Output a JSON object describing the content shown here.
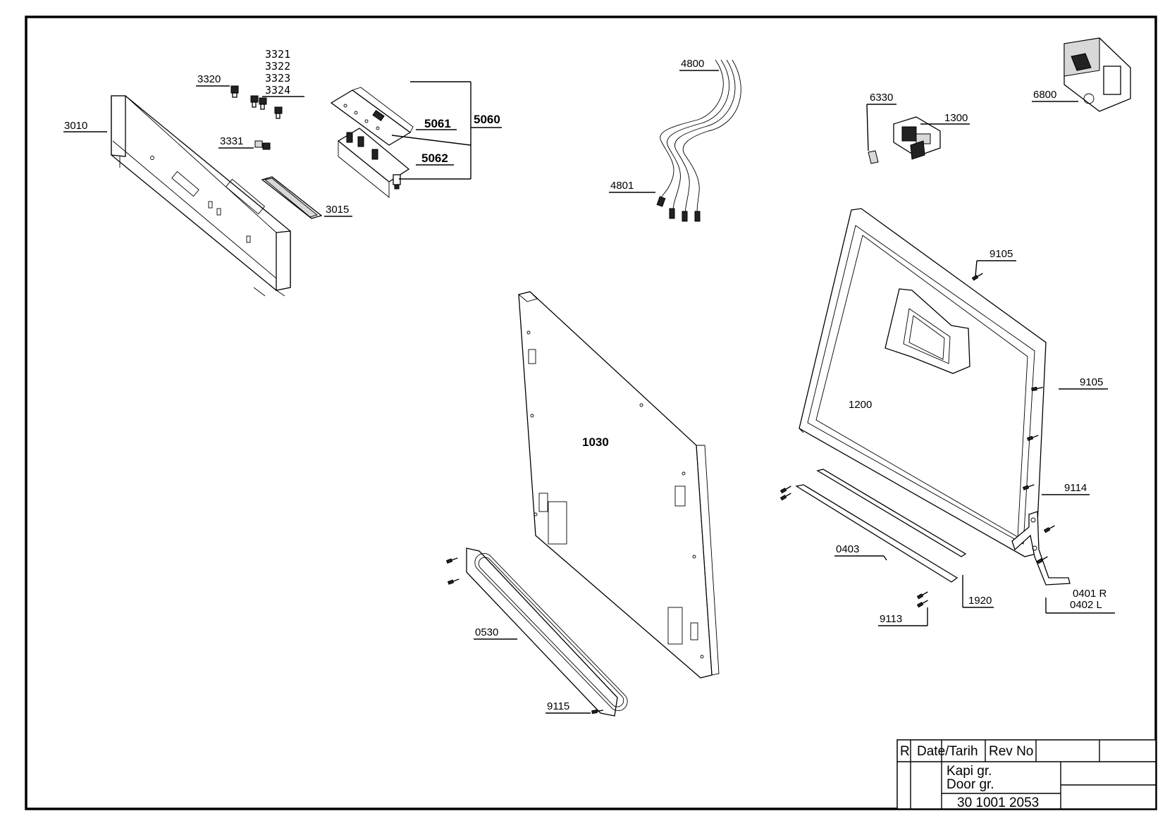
{
  "parts": {
    "p3010": "3010",
    "p3320": "3320",
    "p3321": "3321",
    "p3322": "3322",
    "p3323": "3323",
    "p3324": "3324",
    "p3331": "3331",
    "p3015": "3015",
    "p5060": "5060",
    "p5061": "5061",
    "p5062": "5062",
    "p4800": "4800",
    "p4801": "4801",
    "p6330": "6330",
    "p1300": "1300",
    "p6800": "6800",
    "p9105a": "9105",
    "p9105b": "9105",
    "p1200": "1200",
    "p1030": "1030",
    "p9114": "9114",
    "p0403": "0403",
    "p0401": "0401 R",
    "p0402": "0402 L",
    "p1920": "1920",
    "p9113": "9113",
    "p0530": "0530",
    "p9115": "9115"
  },
  "title_block": {
    "rev_col": "R",
    "date_col": "Date/Tarih",
    "revno_col": "Rev No",
    "title_line1": "Kapi gr.",
    "title_line2": "Door gr.",
    "drawing_number": "30 1001 2053"
  }
}
